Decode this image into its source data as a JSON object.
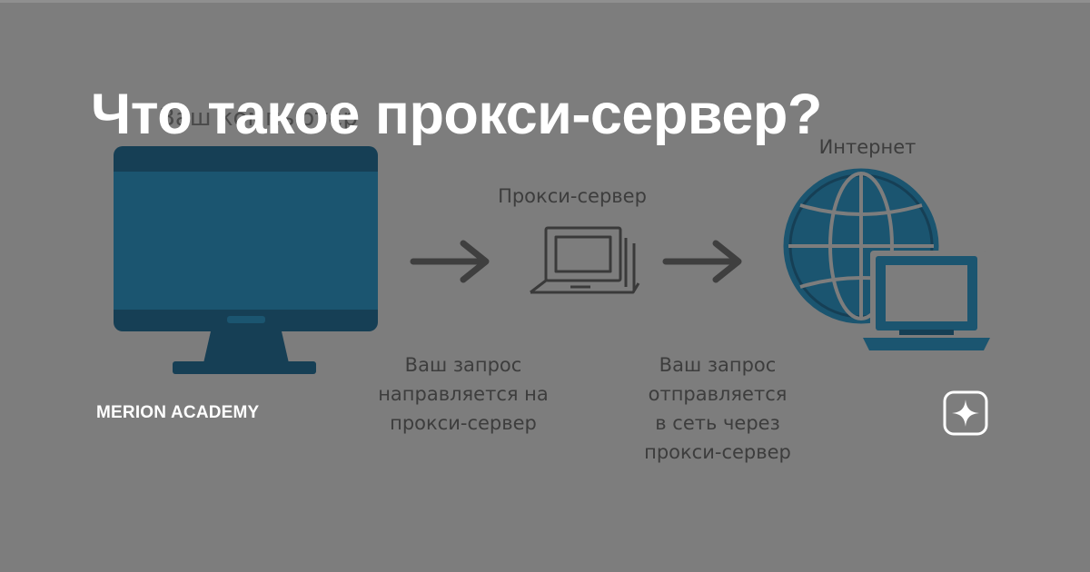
{
  "diagram": {
    "computer_label": "Ваш компьютер",
    "proxy_label": "Прокси-сервер",
    "internet_label": "Интернет",
    "caption_request_to_proxy": [
      "Ваш запрос",
      "направляется на",
      "прокси-сервер"
    ],
    "caption_request_via_proxy": [
      "Ваш запрос",
      "отправляется",
      "в сеть через",
      "прокси-сервер"
    ]
  },
  "headline": "Что такое прокси-сервер?",
  "brand": "MERION ACADEMY",
  "icons": {
    "arrow_1": "arrow-right-icon",
    "arrow_2": "arrow-right-icon",
    "computer": "monitor-icon",
    "proxy": "laptop-stack-icon",
    "internet": "globe-icon",
    "internet_laptop": "laptop-icon",
    "zen": "sparkle-star-icon"
  },
  "colors": {
    "background": "#7d7d7d",
    "monitor_body": "#1b5570",
    "monitor_frame": "#163f55",
    "globe": "#1b5570",
    "arrows": "#3f3f3f",
    "headline": "#ffffff"
  }
}
